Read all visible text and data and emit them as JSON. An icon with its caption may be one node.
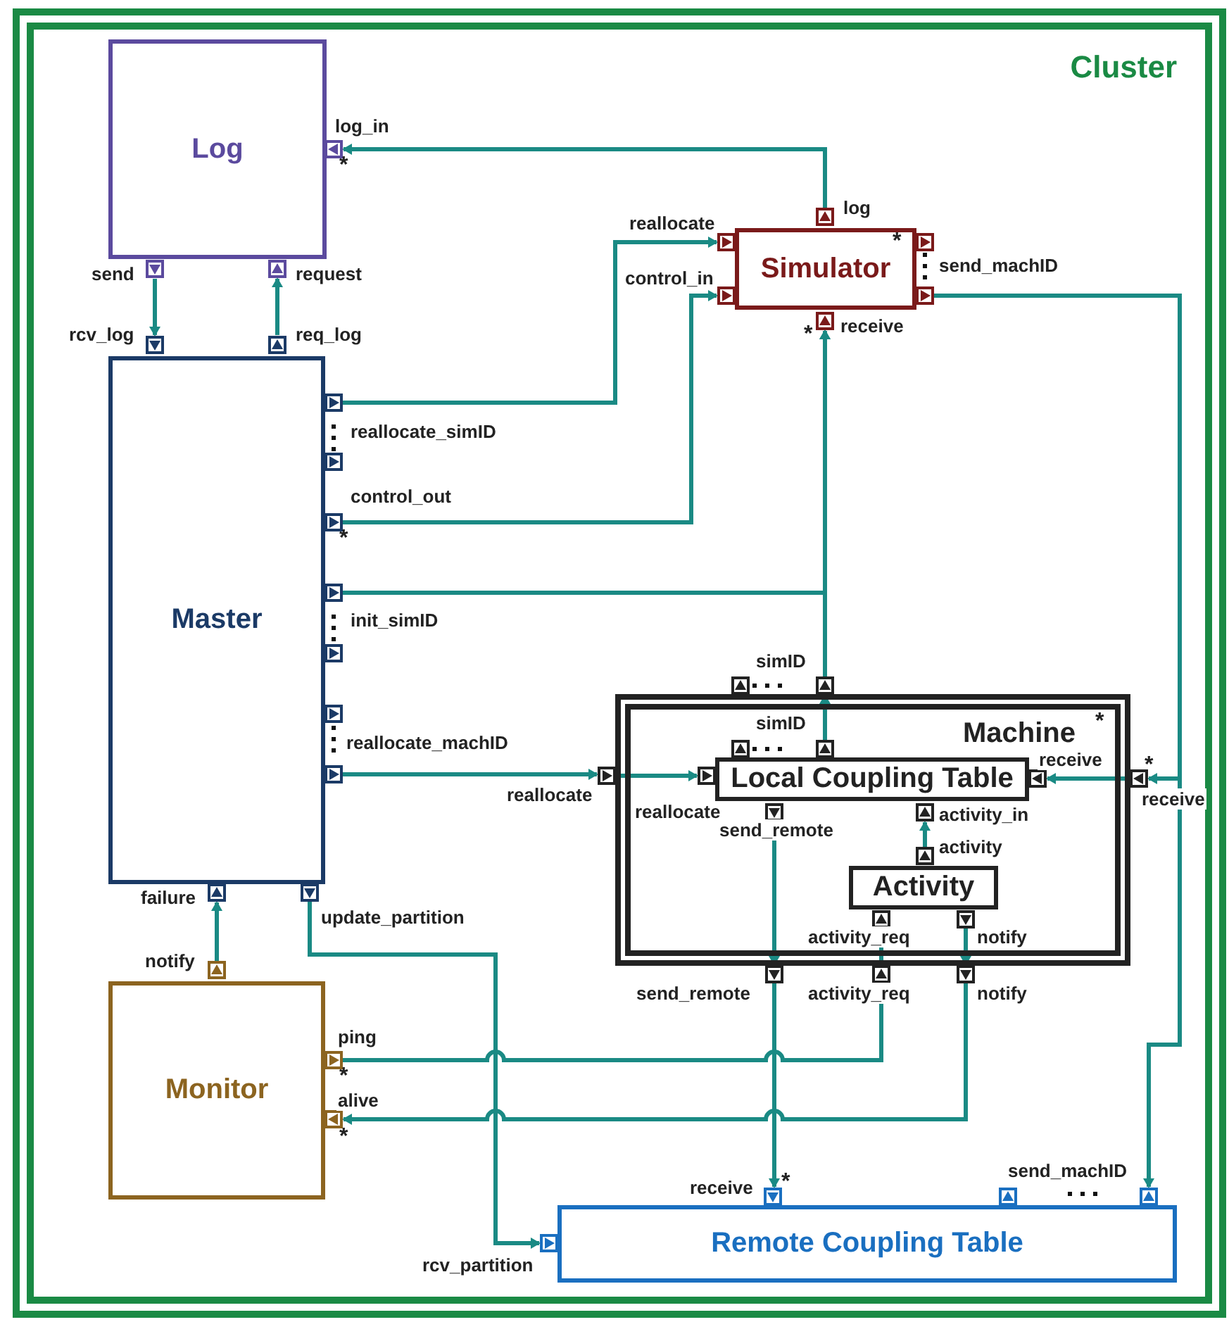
{
  "diagram": {
    "nodes": [
      {
        "text": [
          "Cluster"
        ]
      },
      {
        "text": [
          "Log"
        ],
        "in": 0
      },
      {
        "text": [
          "Simulator"
        ],
        "in": 0
      },
      {
        "text": [
          "Master"
        ],
        "in": 0
      },
      {
        "text": [
          "Machine"
        ],
        "in": 0
      },
      {
        "text": [
          "Local Coupling Table"
        ],
        "in": 4
      },
      {
        "text": [
          "Activity"
        ],
        "in": 4
      },
      {
        "text": [
          "Monitor"
        ],
        "in": 0
      },
      {
        "text": [
          "Remote Coupling Table"
        ],
        "in": 0
      }
    ],
    "edges": [
      {
        "from": 2,
        "to": 1,
        "arrow": "to"
      },
      {
        "from": 1,
        "to": 3,
        "arrow": "to"
      },
      {
        "from": 3,
        "to": 1,
        "arrow": "to"
      },
      {
        "from": 3,
        "to": 2,
        "arrow": "to"
      },
      {
        "from": 3,
        "to": 2,
        "arrow": "to"
      },
      {
        "from": 3,
        "to": 2,
        "arrow": "to"
      },
      {
        "from": 4,
        "to": 2,
        "arrow": "to"
      },
      {
        "from": 5,
        "to": 4,
        "arrow": "to"
      },
      {
        "from": 3,
        "to": 4,
        "arrow": "to"
      },
      {
        "from": 4,
        "to": 5,
        "arrow": "to"
      },
      {
        "from": 2,
        "to": 8,
        "arrow": "to"
      },
      {
        "from": 2,
        "to": 4,
        "arrow": "to"
      },
      {
        "from": 4,
        "to": 5,
        "arrow": "to"
      },
      {
        "from": 5,
        "to": 4,
        "arrow": "to"
      },
      {
        "from": 4,
        "to": 8,
        "arrow": "to"
      },
      {
        "from": 7,
        "to": 4,
        "arrow": "to"
      },
      {
        "from": 4,
        "to": 6,
        "arrow": "to"
      },
      {
        "from": 6,
        "to": 4,
        "arrow": "to"
      },
      {
        "from": 4,
        "to": 7,
        "arrow": "to"
      },
      {
        "from": 6,
        "to": 5,
        "arrow": "to"
      },
      {
        "from": 7,
        "to": 3,
        "arrow": "to"
      },
      {
        "from": 3,
        "to": 8,
        "arrow": "to"
      }
    ],
    "labels": [
      "log_in",
      "*",
      "log",
      "reallocate",
      "*",
      "control_in",
      "send_machID",
      "*",
      "receive",
      "send",
      "request",
      "rcv_log",
      "req_log",
      "reallocate_simID",
      "control_out",
      "*",
      "init_simID",
      "simID",
      "simID",
      "*",
      "reallocate_machID",
      "receive",
      "*",
      "reallocate",
      "reallocate",
      "receive",
      "send_remote",
      "activity_in",
      "activity",
      "failure",
      "update_partition",
      "activity_req",
      "notify",
      "notify",
      "send_remote",
      "activity_req",
      "notify",
      "ping",
      "*",
      "alive",
      "*",
      "receive",
      "*",
      "send_machID",
      "rcv_partition"
    ]
  }
}
